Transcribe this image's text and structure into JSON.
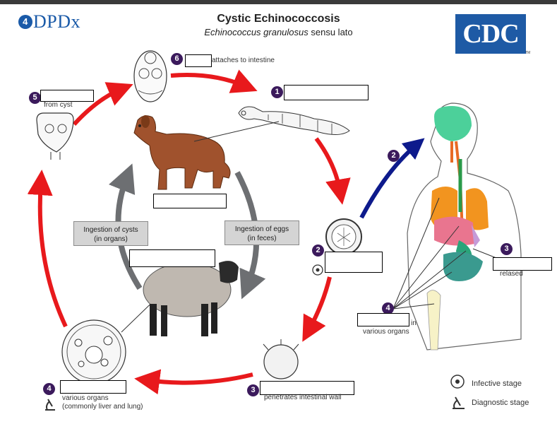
{
  "header": {
    "title": "Cystic Echinococcosis",
    "subtitle_species": "Echinococcus granulosus",
    "subtitle_suffix": " sensu lato",
    "logo_left": "DPDx",
    "logo_left_mark": "4",
    "logo_right": "CDC",
    "logo_right_mark": "TM"
  },
  "steps": {
    "s1": {
      "number": "1"
    },
    "s2a": {
      "number": "2"
    },
    "s2b": {
      "number": "2"
    },
    "s3a": {
      "number": "3",
      "text": "penetrates intestinal wall"
    },
    "s3b": {
      "number": "3",
      "text": "relased"
    },
    "s4a": {
      "number": "4",
      "text_line1": "various organs",
      "text_line2": "(commonly liver and lung)"
    },
    "s4b": {
      "number": "4",
      "text_line1": "in",
      "text_line2": "various organs"
    },
    "s5": {
      "number": "5",
      "text": "from cyst"
    },
    "s6": {
      "number": "6",
      "text": "attaches to intestine"
    }
  },
  "boxes": {
    "cysts_line1": "Ingestion of cysts",
    "cysts_line2": "(in organs)",
    "eggs_line1": "Ingestion of eggs",
    "eggs_line2": "(in feces)"
  },
  "legend": {
    "infective": "Infective stage",
    "diagnostic": "Diagnostic stage"
  },
  "colors": {
    "red_arrow": "#e8191c",
    "blue_arrow": "#0d1a8c",
    "gray_arrow": "#6d6f72",
    "step_badge": "#3b1a5c",
    "cdc_blue": "#1e5aa5"
  }
}
